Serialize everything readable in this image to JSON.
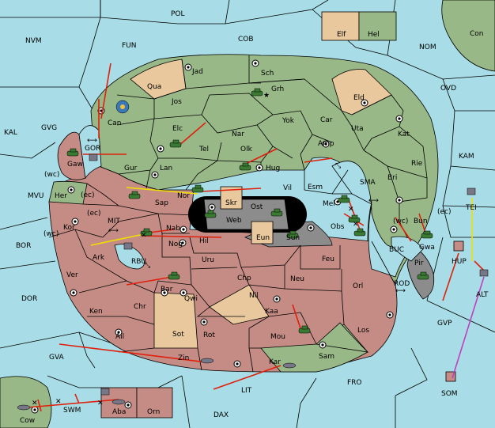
{
  "map": {
    "title": "",
    "sea_labels": [
      "POL",
      "COB",
      "NVM",
      "FUN",
      "NOM",
      "OVD",
      "KAL",
      "GVG",
      "KAM",
      "MVU",
      "BOR",
      "DOR",
      "MIT",
      "RBU",
      "SMA",
      "BUC",
      "ROD",
      "TEI",
      "GVP",
      "GVA",
      "FRO",
      "LIT",
      "DAX",
      "SWM"
    ],
    "land_labels": {
      "Elf": "Elf",
      "Hel": "Hel",
      "Con": "Con",
      "Jad": "Jad",
      "Sch": "Sch",
      "Qua": "Qua",
      "Grh": "Grh",
      "Eld": "Eld",
      "Jos": "Jos",
      "Can": "Can",
      "Yok": "Yok",
      "Car": "Car",
      "Uta": "Uta",
      "Kat": "Kat",
      "Elc": "Elc",
      "Nar": "Nar",
      "Tel": "Tel",
      "Olk": "Olk",
      "Amp": "Amp",
      "Rie": "Rie",
      "GOR": "GOR",
      "Gaw": "Gaw",
      "Gur": "Gur",
      "Lan": "Lan",
      "Hug": "Hug",
      "Bri": "Bri",
      "wc1": "(wc)",
      "Her": "Her",
      "ec1": "(ec)",
      "Vil": "Vil",
      "Esm": "Esm",
      "Sap": "Sap",
      "Nor": "Nor",
      "Skr": "Skr",
      "Ost": "Ost",
      "Web": "Web",
      "Mel": "Mel",
      "wc2": "(wc)",
      "Bun": "Bun",
      "ec2": "(ec)",
      "ec3": "(ec)",
      "Kor": "Kor",
      "wc3": "(wc)",
      "Nab": "Nab",
      "Eun": "Eun",
      "Sun": "Sun",
      "Obs": "Obs",
      "Gwa": "Gwa",
      "Ark": "Ark",
      "Hil": "Hil",
      "Nog": "Nog",
      "Uru": "Uru",
      "Feu": "Feu",
      "Pir": "Pir",
      "HUP": "HUP",
      "Ver": "Ver",
      "Chp": "Chp",
      "Neu": "Neu",
      "Orl": "Orl",
      "ALT": "ALT",
      "Bar": "Bar",
      "Qwi": "Qwi",
      "Nil": "Nil",
      "Ken": "Ken",
      "Chr": "Chr",
      "Kaa": "Kaa",
      "Sot": "Sot",
      "Rot": "Rot",
      "Mou": "Mou",
      "Los": "Los",
      "Ail": "Ail",
      "Zin": "Zin",
      "Sam": "Sam",
      "Kar": "Kar",
      "SOM": "SOM",
      "Cow": "Cow",
      "Aba": "Aba",
      "Orn": "Orn"
    },
    "colors": {
      "green": "#98b888",
      "red": "#c48c84",
      "tan": "#e8c89c",
      "sea": "#a8dce6",
      "gray": "#8c8c8c",
      "order_red": "#e0200c",
      "order_yellow": "#f0e000",
      "order_magenta": "#c040c0"
    },
    "unit_icons": {
      "army": "tank-icon",
      "fleet": "ship-icon",
      "supply": "supply-center-icon"
    }
  }
}
